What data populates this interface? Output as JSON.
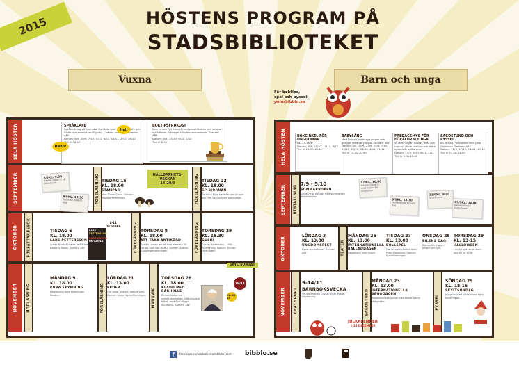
{
  "year": "2015",
  "title_line1": "HÖSTENS PROGRAM PÅ",
  "title_line2": "STADSBIBLIOTEKET",
  "sections": {
    "adults": "Vuxna",
    "kids": "Barn och unga"
  },
  "tips": {
    "line1": "För boktips,",
    "line2": "spel och pyssel:",
    "link": "polarbibblo.se"
  },
  "left": {
    "rows": [
      {
        "label": "HELA HÖSTEN"
      },
      {
        "label": "SEPTEMBER"
      },
      {
        "label": "OKTOBER"
      },
      {
        "label": "NOVEMBER"
      }
    ],
    "sprakcafe": {
      "title": "SPRÅKCAFÉ",
      "desc": "Språkträning på svenska. Samtala över en kopp kaffe och träffa nya människor! Nybörj. Lättläst bokcirkel. Samarr: ABF",
      "dates": "Datum: 6/9, 20/9, 7/10, 4/11, 6/11, 18/11, 2/12, 16/12",
      "time": "Tid: kl 16.00"
    },
    "bokfika": {
      "title": "BOKTIPSFRUKOST",
      "desc": "Kom in och fyll frukost med presentation och samtal om böcker. Fredagar till självkostnadspris. Samarr: ABF",
      "dates": "Datum: 8/9, 13/10, 9/11, 1/12",
      "time": "Tid: kl 8.00"
    },
    "hello": "Hello!",
    "hej": "Hej!",
    "sep": {
      "note1": {
        "date": "5/9KL. 9.00",
        "text": "Hösten flätas in på biblioteket"
      },
      "note2": {
        "date": "9/9KL. 13.30",
        "text": "Rosendal Bokens dag"
      },
      "ev1": {
        "date": "TISDAG 15",
        "time": "KL. 18.00",
        "title": "STAMPAR",
        "text": "Med Simon Linka. Samarr: Stamparföreningen"
      },
      "vlabel1": "FÖRELÄSNING",
      "hallbar": {
        "l1": "HÅLLBARHETS-",
        "l2": "VECKAN",
        "l3": "14-20/9"
      },
      "vlabel2": "FÖRELÄSNING",
      "ev2": {
        "date": "TISDAG 22",
        "time": "KL. 18.00",
        "title": "CP-BJÖRNAN",
        "text": "Katarina Palm berättar om sin nya bok, om livet och om bjökuletter."
      }
    },
    "okt": {
      "vlabel1": "FÖRFATTARBESÖK",
      "ev1": {
        "date": "TISDAG 6",
        "time": "KL. 18.00",
        "title": "LARS PETTERSSON",
        "text": "Ärade Nordiskt Läser författare berättar Boken. Samarr: ABF"
      },
      "book": {
        "l1": "LARS",
        "l2": "PETTERSSON",
        "l3": "KARTNINGEN",
        "l4": "DE GAMLA"
      },
      "oct_tag": {
        "l1": "8-11",
        "l2": "OKTOBER"
      },
      "vlabel2": "FÖRELÄSNING",
      "ev2": {
        "date": "TORSDAG 8",
        "time": "KL. 18.00",
        "title": "ATT TAKA ANTIKÖRD",
        "text": "Annika Larsen om en tom mamma till sitt att som kan ADHD. Samarr: Autism & Aspergerföreningen"
      },
      "vlabel3": "FÖRELÄSNING",
      "ev3": {
        "date": "TORSDAG 29",
        "time": "KL. 18.30",
        "title": "GUSHI",
        "text": "Gustav Andersson ... från Riverfamily. Samarr: Finnish Föreningen"
      }
    },
    "nov": {
      "skyltsondag": "SKYLTSÖNDAG",
      "vlabel1": "HÖGLÄSNING",
      "ev1": {
        "date": "MÅNDAG 9",
        "time": "KL. 18.00",
        "title": "KURA SKYMNING",
        "text": "Högläsning med Föreningen Norden."
      },
      "vlabel2": "FÖRELÄSNING",
      "ev2": {
        "date": "LÖRDAG 21",
        "time": "KL. 13.00",
        "title": "FRÖER",
        "text": "Om vetar, såklart, hölls öfvren. Samarr: Naturskyddsföreningen"
      },
      "vlabel3": "MANSVIK",
      "ev3": {
        "date": "TORSDAG 26",
        "time": "KL. 18.00",
        "title": "KLÄDD MED PÅRHOLLE",
        "text": "En berättelse om skrivkrönikörskan, klättring och frihet, med Ruth Jägge Sundqvist. Samarr: ABF"
      },
      "badge": "29/11",
      "badge2": "KL. 13-15"
    }
  },
  "right": {
    "rows": [
      {
        "label": "HELA HÖSTEN"
      },
      {
        "label": "SEPTEMBER"
      },
      {
        "label": "UTSTÄLLNING"
      },
      {
        "label": "OKTOBER"
      },
      {
        "label": "NOVEMBER"
      },
      {
        "label": "TEMA: SPORT"
      }
    ],
    "cards": [
      {
        "title": "BOKCIRKEL FÖR UNGDOMAR",
        "desc": "ca. 13-16 år",
        "dates": "Datum: 8/9, 13/10, 10/11, 8/12",
        "time": "Tid: kl 16.30-18.30"
      },
      {
        "title": "BABYSÅNG",
        "desc": "Med Linda Lundberg sjunger och gungar med de yngsta. Samarr: ABF",
        "dates": "Datum: 8/9, 15/9, 22/9, 29/9, 7/10, 14/10, 21/10, 28/10, 4/11, 11/11",
        "time": "Tid: kl 10.00-10.00"
      },
      {
        "title": "FREDAGSMYS FÖR FÖRÄLDRALEDIGA",
        "desc": "Vi läser sagor, pratar, äter och rapper! Både bebisar och äldre syskon är välkomna.",
        "dates": "Datum: 11/9, 9/10, 6/11, 4/12",
        "time": "Tid: kl 9.00-12.00"
      },
      {
        "title": "SAGOSTUND OCH PYSSEL",
        "desc": "En lördag i månaden med Julia Grönberg. Samarr: ABF",
        "dates": "Datum: 18/9, 17/10, 14/11, 19/12",
        "time": "Tid: kl 13.00-14.00"
      }
    ],
    "sep": {
      "note1": {
        "date": "5/9KL. 10.00",
        "text": "Hösten flätas in med Kristin för ungdomar"
      },
      "ev1": {
        "date": "7/9 - 5/10",
        "title": "SOMMARBOKEN",
        "text": "Utställning: Boktips från sommarens läsfyhtbrister."
      },
      "note2": {
        "date": "9/9KL. 13.30",
        "text": "Hemsöborna Bokens dag"
      },
      "note3": {
        "date": "11/9KL. 9.00",
        "text": "Gnarfrukost"
      },
      "note4": {
        "date": "19/9KL. 10.00",
        "text": "Karnevalen på kulturhuset"
      }
    },
    "okt": {
      "ev1": {
        "date": "LÖRDAG 3",
        "time": "KL. 13.00",
        "title": "UNGDOMSFEST",
        "text": "Open mic och mer. Samarr: ABF"
      },
      "vlabel1": "TEATER",
      "ev2": {
        "date": "MÅNDAG 26",
        "time": "KL. 13.00",
        "title": "INTERNATIONELLA BALLADDAGEN",
        "text": "Sagostund med musik."
      },
      "ev3": {
        "date": "TISDAG 27",
        "time": "KL. 13.00",
        "title": "BOLLSPEL",
        "text": "Om att spela fotboll med Peter Blomkvist. Samarr: Sportföreningen"
      },
      "ev4": {
        "date": "ONSDAG 28",
        "title": "BILENS DAG",
        "text": "Bokutställning om bilspel och ljus."
      },
      "ev5": {
        "date": "TORSDAG 29",
        "time": "KL. 13-15",
        "title": "HALLOWEEN",
        "text": "Läskigt pyssel för barn upp till ca 12 år"
      }
    },
    "nov": {
      "ev1": {
        "date": "9-14/11",
        "title": "BARNBOKSVECKA",
        "text": "Se datum med Gravat. Eget pyssel, högläsning."
      },
      "vlabel1": "SAGOSTUND",
      "ev2": {
        "date": "MÅNDAG 23",
        "time": "KL. 13.00",
        "title": "INTERNATIONELLA SAGODAGEN",
        "text": "Sagostund och pyssel med temat barns rättigheter."
      },
      "vlabel2": "PYSSEL",
      "ev3": {
        "date": "SÖNDAG 29",
        "time": "KL. 12-16",
        "title": "SKYLTSÖNDAG",
        "text": "Julpyssel med bibliotekets egna tomtenissar..."
      }
    },
    "julkalender": {
      "l1": "JULKALENDER",
      "l2": "1-24 DECEMBER"
    }
  },
  "footer": {
    "facebook": "facebook.com/bibblo.stadsbiblioteket",
    "site": "bibblo.se"
  },
  "colors": {
    "accent_red": "#c43a2a",
    "accent_green": "#c7d046",
    "ink": "#3b2a1e",
    "bg": "#fbf7e8"
  }
}
